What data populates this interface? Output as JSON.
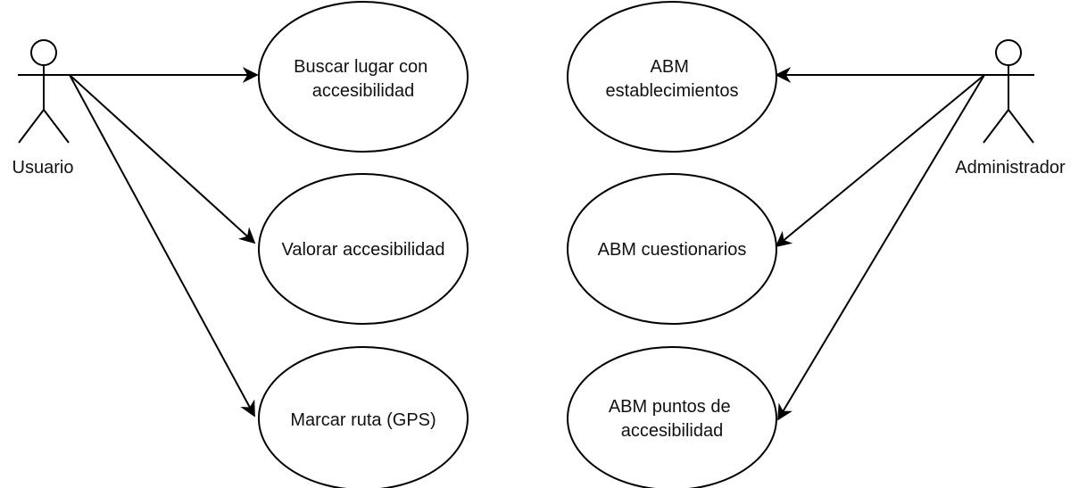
{
  "diagram": {
    "actors": {
      "user": {
        "label": "Usuario"
      },
      "admin": {
        "label": "Administrador"
      }
    },
    "use_cases": {
      "buscar": {
        "lines": [
          "Buscar lugar con",
          "accesibilidad"
        ]
      },
      "valorar": {
        "lines": [
          "Valorar accesibilidad"
        ]
      },
      "marcar": {
        "lines": [
          "Marcar ruta (GPS)"
        ]
      },
      "abm_est": {
        "lines": [
          "ABM",
          "establecimientos"
        ]
      },
      "abm_cuest": {
        "lines": [
          "ABM cuestionarios"
        ]
      },
      "abm_puntos": {
        "lines": [
          "ABM puntos de",
          "accesibilidad"
        ]
      }
    }
  }
}
